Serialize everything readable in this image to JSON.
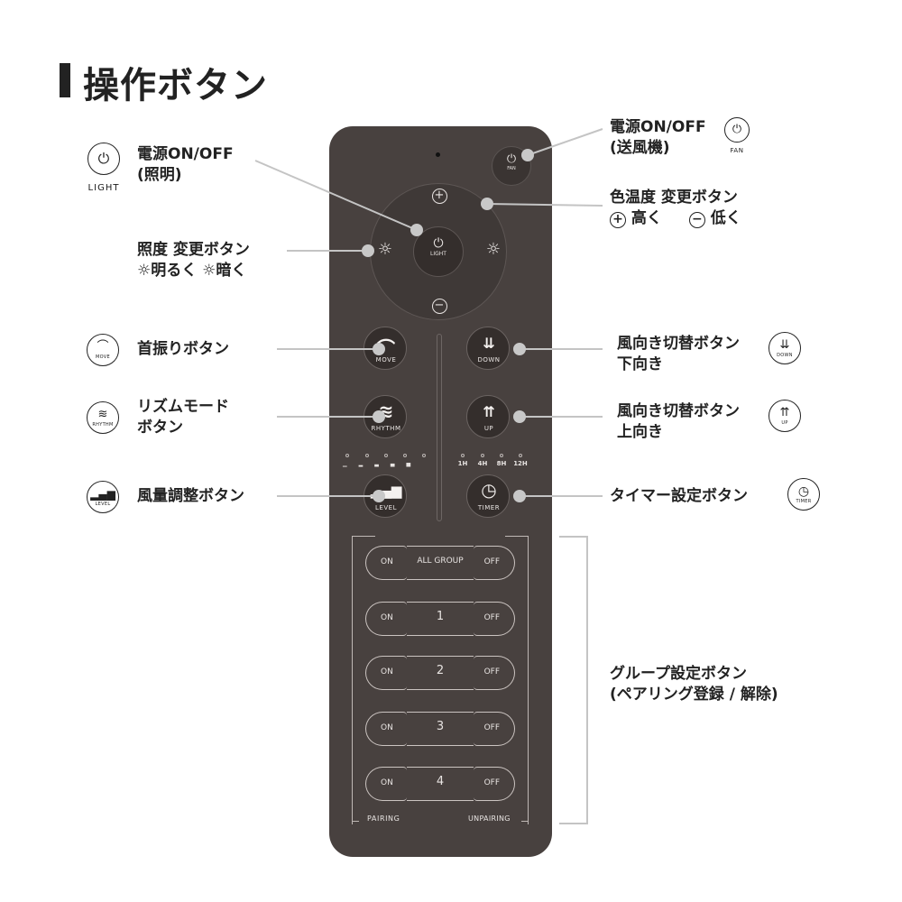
{
  "page": {
    "title": "操作ボタン"
  },
  "remote": {
    "fan_label": "FAN",
    "center_label": "LIGHT",
    "plus": "+",
    "minus": "−",
    "move_label": "MOVE",
    "down_label": "DOWN",
    "rhythm_label": "RHYTHM",
    "up_label": "UP",
    "level_label": "LEVEL",
    "timer_label": "TIMER",
    "timer_marks": [
      "1H",
      "4H",
      "8H",
      "12H"
    ],
    "groups": {
      "all": {
        "on": "ON",
        "label": "ALL GROUP",
        "off": "OFF"
      },
      "rows": [
        {
          "on": "ON",
          "label": "1",
          "off": "OFF"
        },
        {
          "on": "ON",
          "label": "2",
          "off": "OFF"
        },
        {
          "on": "ON",
          "label": "3",
          "off": "OFF"
        },
        {
          "on": "ON",
          "label": "4",
          "off": "OFF"
        }
      ],
      "pairing": "PAIRING",
      "unpairing": "UNPAIRING"
    }
  },
  "callouts": {
    "light_power": {
      "line1": "電源ON/OFF",
      "line2": "(照明)",
      "icon_sub": "LIGHT"
    },
    "fan_power": {
      "line1": "電源ON/OFF",
      "line2": "(送風機)",
      "icon_sub": "FAN"
    },
    "color_temp": {
      "line1": "色温度 変更ボタン",
      "line2a": "高く",
      "line2b": "低く"
    },
    "brightness": {
      "line1": "照度 変更ボタン",
      "line2a": "明るく",
      "line2b": "暗く"
    },
    "swing": {
      "text": "首振りボタン",
      "icon_sub": "MOVE"
    },
    "rhythm": {
      "line1": "リズムモード",
      "line2": "ボタン",
      "icon_sub": "RHYTHM"
    },
    "level": {
      "text": "風量調整ボタン",
      "icon_sub": "LEVEL"
    },
    "dir_down": {
      "line1": "風向き切替ボタン",
      "line2": "下向き",
      "icon_sub": "DOWN"
    },
    "dir_up": {
      "line1": "風向き切替ボタン",
      "line2": "上向き",
      "icon_sub": "UP"
    },
    "timer": {
      "text": "タイマー設定ボタン",
      "icon_sub": "TIMER"
    },
    "group": {
      "line1": "グループ設定ボタン",
      "line2": "(ペアリング登録 / 解除)"
    }
  }
}
